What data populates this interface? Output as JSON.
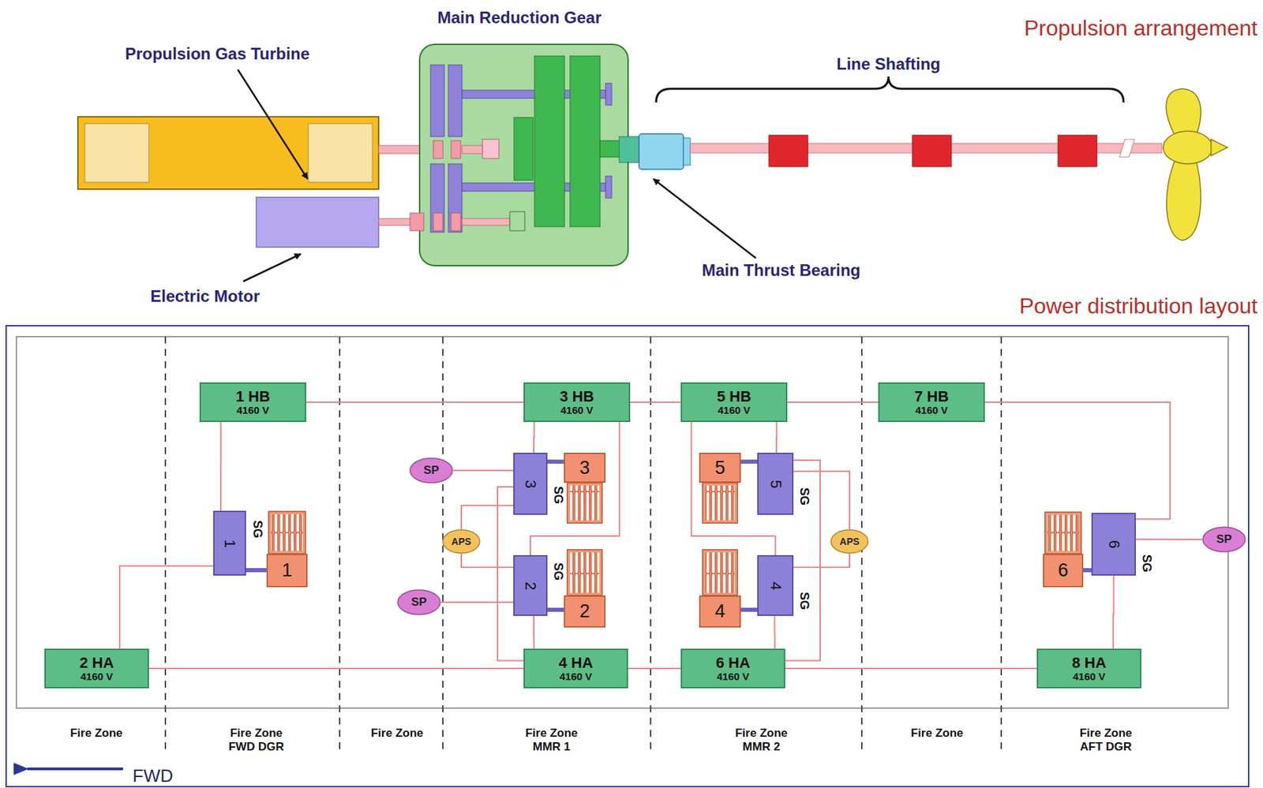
{
  "diagram": {
    "nodes": [
      {
        "text": [
          "1 HB",
          "4160 V"
        ]
      },
      {
        "text": [
          "3 HB",
          "4160 V"
        ]
      },
      {
        "text": [
          "5 HB",
          "4160 V"
        ]
      },
      {
        "text": [
          "7 HB",
          "4160 V"
        ]
      },
      {
        "text": [
          "1",
          "SG"
        ]
      },
      {
        "text": [
          "1"
        ]
      },
      {
        "text": [
          "SP"
        ]
      },
      {
        "text": [
          "3",
          "SG"
        ]
      },
      {
        "text": [
          "3"
        ]
      },
      {
        "text": [
          "APS"
        ]
      },
      {
        "text": [
          "2",
          "SG"
        ]
      },
      {
        "text": [
          "2"
        ]
      },
      {
        "text": [
          "SP"
        ]
      },
      {
        "text": [
          "5"
        ]
      },
      {
        "text": [
          "5",
          "SG"
        ]
      },
      {
        "text": [
          "APS"
        ]
      },
      {
        "text": [
          "4"
        ]
      },
      {
        "text": [
          "4",
          "SG"
        ]
      },
      {
        "text": [
          "6"
        ]
      },
      {
        "text": [
          "6",
          "SG"
        ]
      },
      {
        "text": [
          "SP"
        ]
      },
      {
        "text": [
          "2 HA",
          "4160 V"
        ]
      },
      {
        "text": [
          "4 HA",
          "4160 V"
        ]
      },
      {
        "text": [
          "6 HA",
          "4160 V"
        ]
      },
      {
        "text": [
          "8 HA",
          "4160 V"
        ]
      }
    ],
    "edges": [
      {
        "from": 0,
        "to": 1,
        "arrow": "none"
      },
      {
        "from": 1,
        "to": 2,
        "arrow": "none"
      },
      {
        "from": 2,
        "to": 3,
        "arrow": "none"
      },
      {
        "from": 3,
        "to": 19,
        "arrow": "none"
      },
      {
        "from": 21,
        "to": 22,
        "arrow": "none"
      },
      {
        "from": 22,
        "to": 23,
        "arrow": "none"
      },
      {
        "from": 23,
        "to": 24,
        "arrow": "none"
      },
      {
        "from": 0,
        "to": 4,
        "arrow": "none"
      },
      {
        "from": 4,
        "to": 21,
        "arrow": "none"
      },
      {
        "from": 1,
        "to": 7,
        "arrow": "none"
      },
      {
        "from": 1,
        "to": 10,
        "arrow": "none"
      },
      {
        "from": 22,
        "to": 10,
        "arrow": "none"
      },
      {
        "from": 22,
        "to": 7,
        "arrow": "none"
      },
      {
        "from": 4,
        "to": 5,
        "arrow": "none"
      },
      {
        "from": 6,
        "to": 7,
        "arrow": "none"
      },
      {
        "from": 9,
        "to": 7,
        "arrow": "none"
      },
      {
        "from": 9,
        "to": 10,
        "arrow": "none"
      },
      {
        "from": 12,
        "to": 10,
        "arrow": "none"
      },
      {
        "from": 7,
        "to": 8,
        "arrow": "none"
      },
      {
        "from": 10,
        "to": 11,
        "arrow": "none"
      },
      {
        "from": 2,
        "to": 14,
        "arrow": "none"
      },
      {
        "from": 2,
        "to": 17,
        "arrow": "none"
      },
      {
        "from": 23,
        "to": 17,
        "arrow": "none"
      },
      {
        "from": 23,
        "to": 14,
        "arrow": "none"
      },
      {
        "from": 13,
        "to": 14,
        "arrow": "none"
      },
      {
        "from": 15,
        "to": 14,
        "arrow": "none"
      },
      {
        "from": 15,
        "to": 17,
        "arrow": "none"
      },
      {
        "from": 16,
        "to": 17,
        "arrow": "none"
      },
      {
        "from": 24,
        "to": 19,
        "arrow": "none"
      },
      {
        "from": 18,
        "to": 19,
        "arrow": "none"
      },
      {
        "from": 19,
        "to": 20,
        "arrow": "none"
      }
    ],
    "labels": [
      "Propulsion arrangement",
      "Main Reduction Gear",
      "Propulsion Gas Turbine",
      "Line Shafting",
      "Main Thrust Bearing",
      "Electric Motor",
      "Power distribution layout",
      "Fire Zone",
      "Fire Zone FWD DGR",
      "Fire Zone",
      "Fire Zone MMR 1",
      "Fire Zone MMR 2",
      "Fire Zone",
      "Fire Zone AFT DGR",
      "FWD"
    ]
  }
}
